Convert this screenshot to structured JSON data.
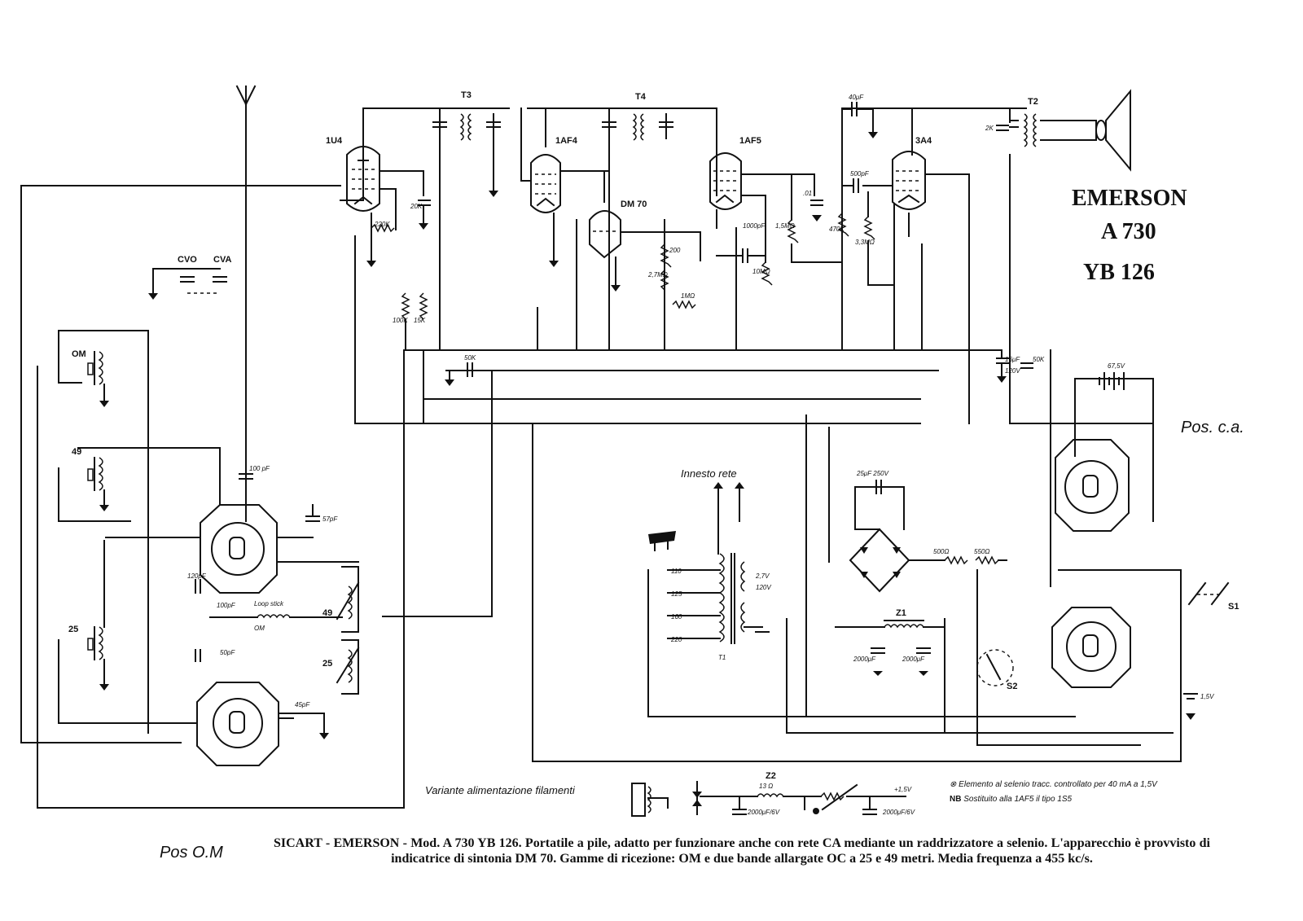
{
  "brand": {
    "name": "EMERSON",
    "model_line": "A 730",
    "model_code": "YB 126"
  },
  "tubes": {
    "t1": "1U4",
    "t2": "1AF4",
    "t3": "DM 70",
    "t4": "1AF5",
    "t5": "3A4"
  },
  "transformers": {
    "if1": "T3",
    "if2": "T4",
    "output": "T2",
    "mains": "T1"
  },
  "tuning": {
    "cvo": "CVO",
    "cva": "CVA"
  },
  "coils": {
    "om": "OM",
    "b49": "49",
    "b25": "25",
    "r49": "49",
    "r25": "25",
    "loop_label": "Loop stick",
    "loop_om": "OM"
  },
  "component_values": {
    "c_100pf": "100 pF",
    "c_57pf": "57pF",
    "c_120pf": "120pF",
    "c_100pf_b": "100pF",
    "c_50pf": "50pF",
    "c_45pf": "45pF",
    "r_220k": "220K",
    "c_20k": "20K",
    "r_100k": "100K",
    "r_15k": "15K",
    "c_50k": "50K",
    "c_40uf": "40μF",
    "c_500pf": "500pF",
    "r_200": "200",
    "r_1mohm": "1MΩ",
    "r_27mohm": "2,7MΩ",
    "r_15mohm": "1,5MΩ",
    "r_10mohm": "10MΩ",
    "c_1000pf": "1000pF",
    "c_01": ".01",
    "r_470k": "470K",
    "r_33mohm": "3,3MΩ",
    "r_2k": "2K",
    "c_16uf": "16μF",
    "v_120": "120V",
    "c_50k_b": "50K",
    "batt": "67,5V",
    "c_25uf_250v": "25μF 250V",
    "r_500": "500Ω",
    "r_550": "550Ω",
    "v_27": "2,7V",
    "v_120b": "120V",
    "z1": "Z1",
    "c_2000uf": "2000μF",
    "c_2000uf_b": "2000μF",
    "s2": "S2",
    "s1": "S1",
    "v_15": "1,5V",
    "z2": "Z2",
    "z2_val": "13 Ω",
    "c_2000uf_6v_a": "2000μF/6V",
    "c_2000uf_6v_b": "2000μF/6V",
    "v_15b": "+1,5V"
  },
  "mains": {
    "label": "Innesto rete",
    "taps": [
      "110",
      "125",
      "160",
      "220"
    ]
  },
  "positions": {
    "ca": "Pos. c.a.",
    "om": "Pos O.M"
  },
  "variant_label": "Variante alimentazione filamenti",
  "notes": {
    "n1": "Elemento al selenio tracc. controllato per 40 mA a 1,5V",
    "n1_mark": "⊗",
    "n2_mark": "NB",
    "n2": "Sostituito alla 1AF5 il tipo 1S5"
  },
  "caption": "SICART - EMERSON - Mod. A 730 YB 126. Portatile a pile, adatto per funzionare anche con rete CA mediante un raddrizzatore a selenio. L'apparecchio è provvisto di indicatrice di sintonia DM 70. Gamme di ricezione: OM e due bande allargate OC a 25 e 49 metri. Media frequenza a 455 kc/s."
}
